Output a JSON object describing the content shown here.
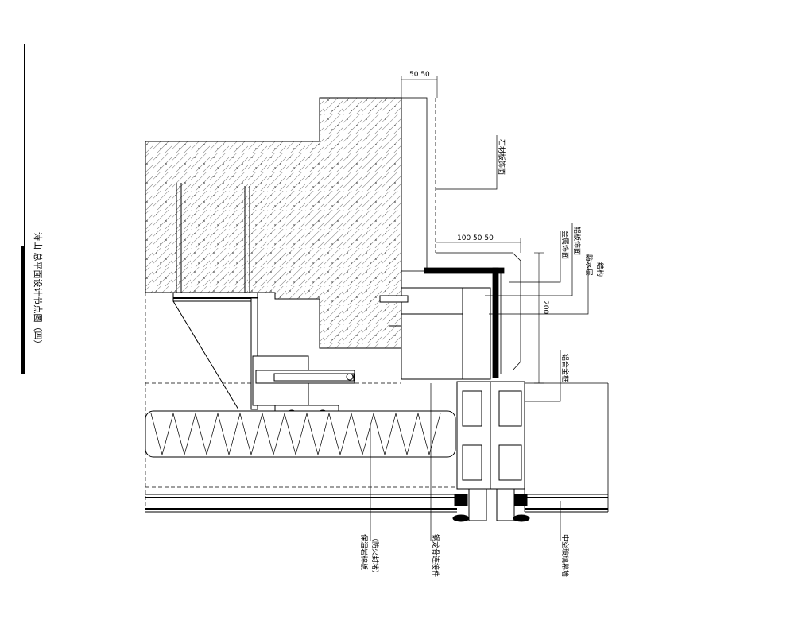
{
  "title": "诗山 总平面设计节点图（四）",
  "labels": {
    "top_dim": "50 50",
    "mid_dim": "100 50 50",
    "side_dim": "200",
    "label_board": "石材板饰面",
    "label_sheet_a": "金属饰面",
    "label_sheet_b": "铝板饰面",
    "label_sheet_c": "防水层",
    "label_sheet_d": "结构",
    "label_frame": "铝合金框",
    "label_insulation_1": "保温岩棉板",
    "label_insulation_2": "（防火封堵）",
    "label_bracket": "钢龙骨连接件",
    "label_glass": "中空玻璃幕墙"
  }
}
